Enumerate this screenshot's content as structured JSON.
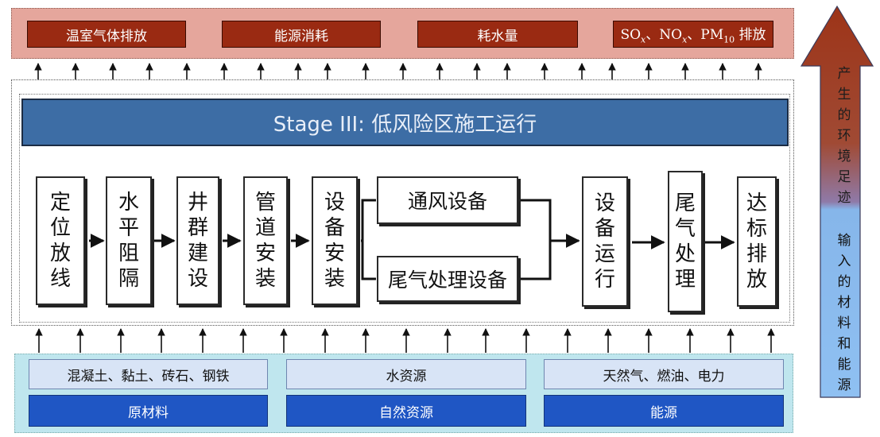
{
  "outputs": {
    "greenhouse": "温室气体排放",
    "energy": "能源消耗",
    "water": "耗水量",
    "pollutants_parts": [
      "SO",
      "x",
      "、NO",
      "x",
      "、PM",
      "10",
      " 排放"
    ]
  },
  "stage_title": "Stage III: 低风险区施工运行",
  "steps": {
    "s1": [
      "定",
      "位",
      "放",
      "线"
    ],
    "s2": [
      "水",
      "平",
      "阻",
      "隔"
    ],
    "s3": [
      "井",
      "群",
      "建",
      "设"
    ],
    "s4": [
      "管",
      "道",
      "安",
      "装"
    ],
    "s5": [
      "设",
      "备",
      "安",
      "装"
    ],
    "branch_top": "通风设备",
    "branch_bottom": "尾气处理设备",
    "s6": [
      "设",
      "备",
      "运",
      "行"
    ],
    "s7": [
      "尾",
      "气",
      "处",
      "理"
    ],
    "s8": [
      "达",
      "标",
      "排",
      "放"
    ]
  },
  "inputs": {
    "materials_items": "混凝土、黏土、砖石、钢铁",
    "water_items": "水资源",
    "energy_items": "天然气、燃油、电力",
    "materials_cat": "原材料",
    "natural_cat": "自然资源",
    "energy_cat": "能源"
  },
  "side_arrow": {
    "top_chars": [
      "产",
      "生",
      "的",
      "环",
      "境",
      "足",
      "迹"
    ],
    "bottom_chars": [
      "输",
      "入",
      "的",
      "材",
      "料",
      "和",
      "能",
      "源"
    ],
    "colors": {
      "top": "#a5402a",
      "bottom": "#8bbef0"
    }
  }
}
